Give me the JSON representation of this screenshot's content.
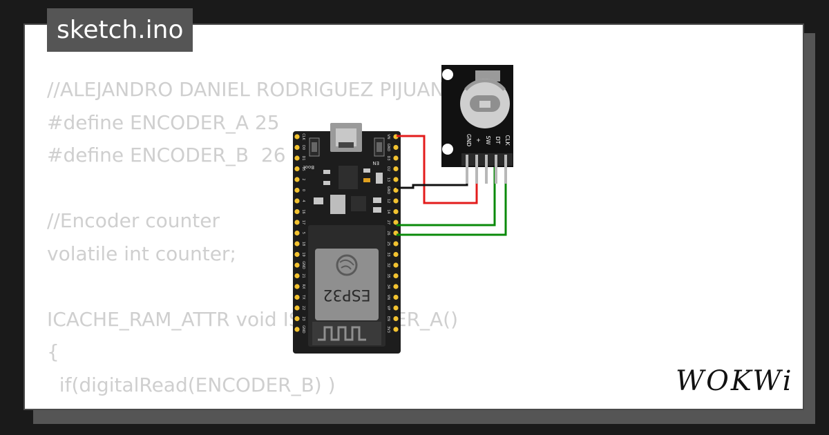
{
  "file_tab": {
    "label": "sketch.ino"
  },
  "code_lines": [
    "//ALEJANDRO DANIEL RODRIGUEZ PIJUAN",
    "#define ENCODER_A 25",
    "#define ENCODER_B  26",
    "",
    "//Encoder counter",
    "volatile int counter;",
    "",
    "ICACHE_RAM_ATTR void ISR_ENCODER_A()",
    "{",
    "  if(digitalRead(ENCODER_B) )"
  ],
  "esp32": {
    "chip_label": "ESP32",
    "boot_label": "Boot",
    "en_label": "EN",
    "left_pins": [
      "CLK",
      "D0",
      "D1",
      "15",
      "2",
      "0",
      "4",
      "16",
      "17",
      "5",
      "18",
      "19",
      "GND",
      "21",
      "RX",
      "TX",
      "22",
      "23",
      "GND"
    ],
    "right_pins": [
      "VN",
      "GND",
      "D3",
      "D2",
      "13",
      "GND",
      "12",
      "14",
      "27",
      "26",
      "25",
      "33",
      "32",
      "35",
      "34",
      "VN",
      "VP",
      "EN",
      "3V3"
    ]
  },
  "encoder": {
    "pins": [
      "GND",
      "+",
      "SW",
      "DT",
      "CLK"
    ]
  },
  "wires": {
    "power_color": "#e31b1b",
    "ground_color": "#111111",
    "signal_color": "#0a8a0a"
  },
  "logo": {
    "text": "WOKWi"
  },
  "colors": {
    "background": "#1a1a1a",
    "card": "#ffffff",
    "tab": "#555555",
    "code_text": "#cfcfcf",
    "board": "#1d1d1d",
    "pin_gold": "#f2c230"
  }
}
